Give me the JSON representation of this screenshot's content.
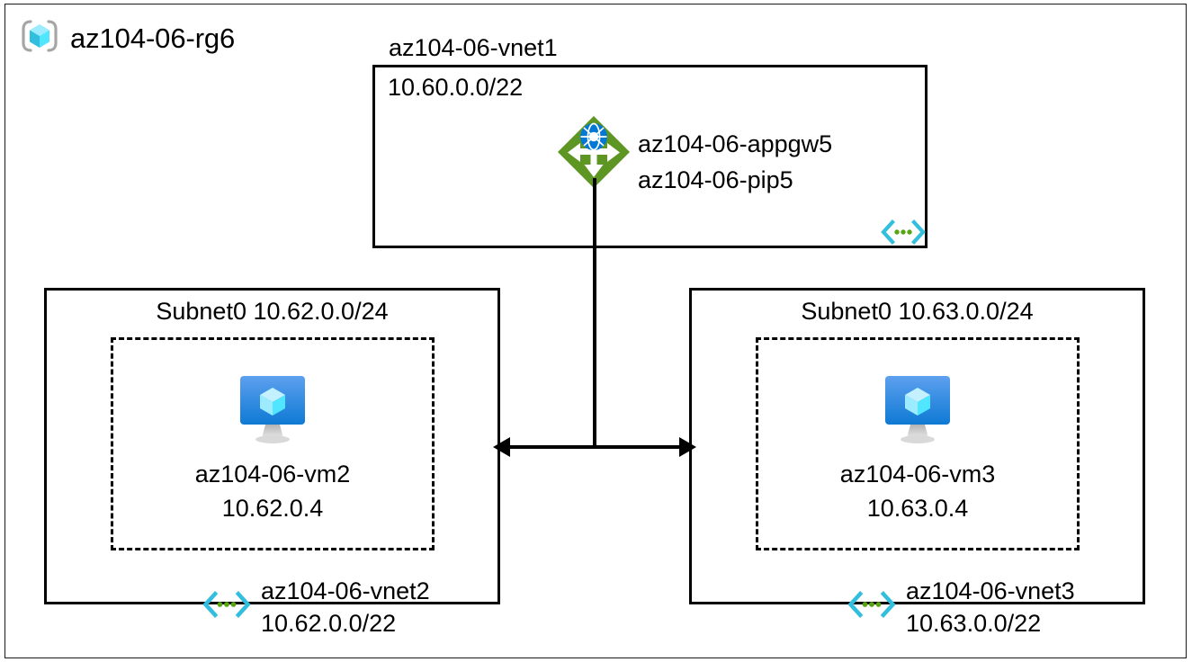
{
  "resource_group": {
    "name": "az104-06-rg6",
    "icon": "resource-group-cube-icon"
  },
  "vnet1": {
    "title": "az104-06-vnet1",
    "cidr": "10.60.0.0/22",
    "badge_icon": "vnet-brackets-icon",
    "gateway": {
      "icon": "application-gateway-icon",
      "name": "az104-06-appgw5",
      "public_ip": "az104-06-pip5"
    }
  },
  "vnet2": {
    "subnet_title": "Subnet0 10.62.0.0/24",
    "vm": {
      "icon": "virtual-machine-icon",
      "name": "az104-06-vm2",
      "ip": "10.62.0.4"
    },
    "badge_icon": "vnet-brackets-icon",
    "name": "az104-06-vnet2",
    "cidr": "10.62.0.0/22"
  },
  "vnet3": {
    "subnet_title": "Subnet0 10.63.0.0/24",
    "vm": {
      "icon": "virtual-machine-icon",
      "name": "az104-06-vm3",
      "ip": "10.63.0.4"
    },
    "badge_icon": "vnet-brackets-icon",
    "name": "az104-06-vnet3",
    "cidr": "10.63.0.0/22"
  },
  "colors": {
    "gateway_green": "#5E9624",
    "gateway_globe_blue": "#0078D4",
    "vm_monitor_blue": "#1B8BE0",
    "vnet_bracket_cyan": "#32BEDD",
    "vnet_dot_green": "#56A510",
    "rg_cube_cyan": "#50E6FF",
    "line_black": "#000000"
  }
}
